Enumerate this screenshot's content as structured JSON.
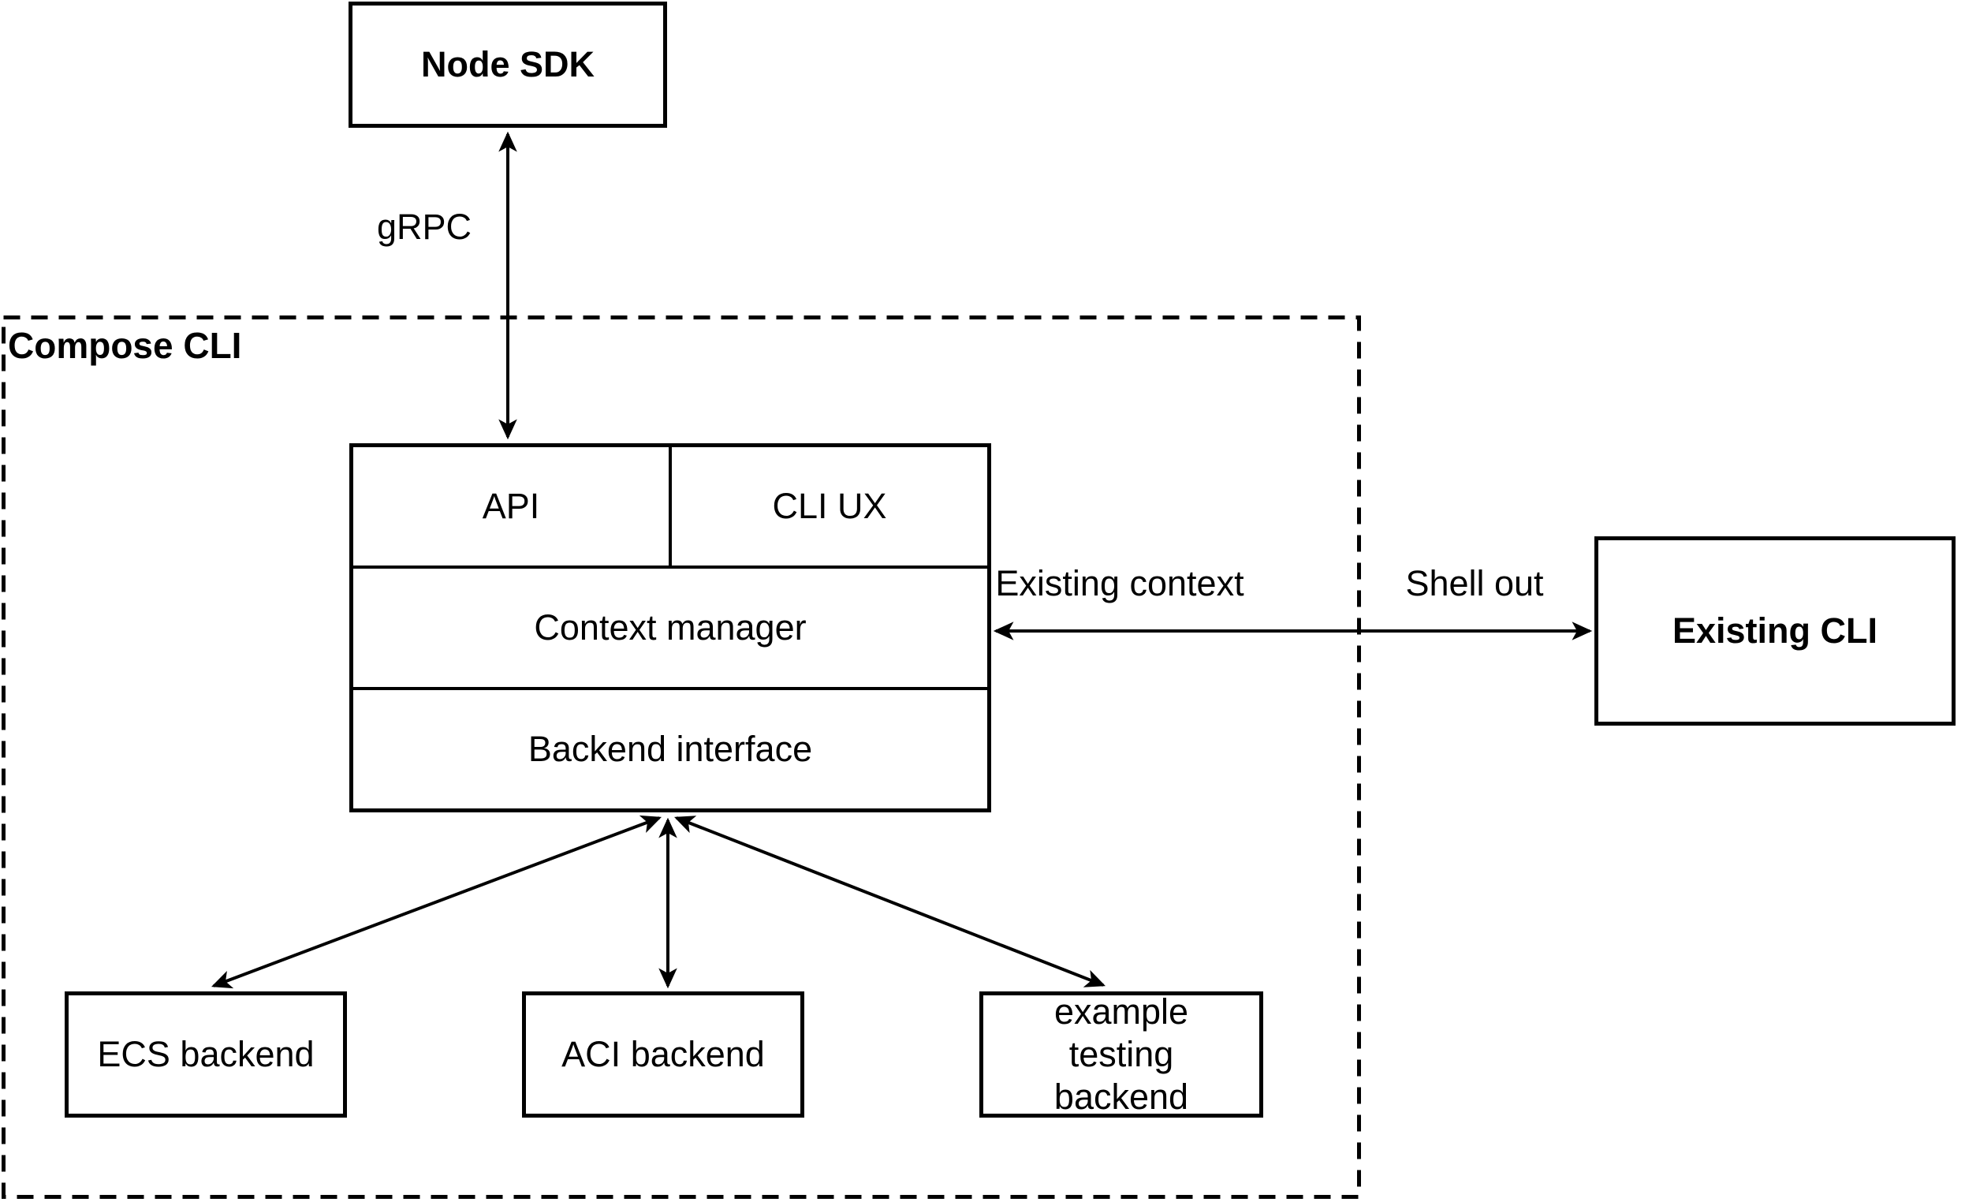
{
  "container": {
    "label": "Compose CLI"
  },
  "nodes": {
    "node_sdk": {
      "label": "Node SDK"
    },
    "api": {
      "label": "API"
    },
    "cli_ux": {
      "label": "CLI UX"
    },
    "context_manager": {
      "label": "Context manager"
    },
    "backend_interface": {
      "label": "Backend interface"
    },
    "existing_cli": {
      "label": "Existing CLI"
    },
    "ecs_backend": {
      "label": "ECS backend"
    },
    "aci_backend": {
      "label": "ACI backend"
    },
    "example_testing_backend": {
      "label": "example testing backend"
    }
  },
  "edges": {
    "grpc": {
      "label": "gRPC"
    },
    "existing_context": {
      "label": "Existing context"
    },
    "shell_out": {
      "label": "Shell out"
    }
  },
  "colors": {
    "stroke": "#000000",
    "background": "#ffffff"
  }
}
